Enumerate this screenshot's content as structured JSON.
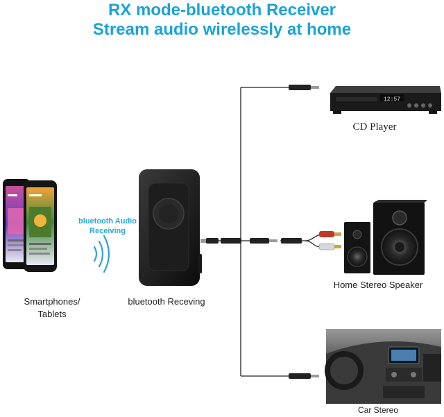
{
  "header": {
    "title_line1": "RX mode-bluetooth Receiver",
    "title_line2": "Stream audio wirelessly at home"
  },
  "labels": {
    "smartphones": "Smartphones/",
    "tablets": "Tablets",
    "signal_line1": "bluetooth Audio",
    "signal_line2": "Receiving",
    "receiver": "bluetooth Receving",
    "cd_player": "CD Player",
    "speaker": "Home Stereo Speaker",
    "car": "Car Stereo",
    "cd_display": "12:57"
  },
  "colors": {
    "title": "#1aa3d9",
    "signal_text": "#29a7d6",
    "signal_waves": "#2f9fd6"
  },
  "icons": [
    "phone-icon",
    "bluetooth-waves-icon",
    "receiver-device-icon",
    "audio-jack-icon",
    "rca-plug-icon",
    "cd-player-icon",
    "speaker-icon",
    "car-dashboard-icon"
  ]
}
